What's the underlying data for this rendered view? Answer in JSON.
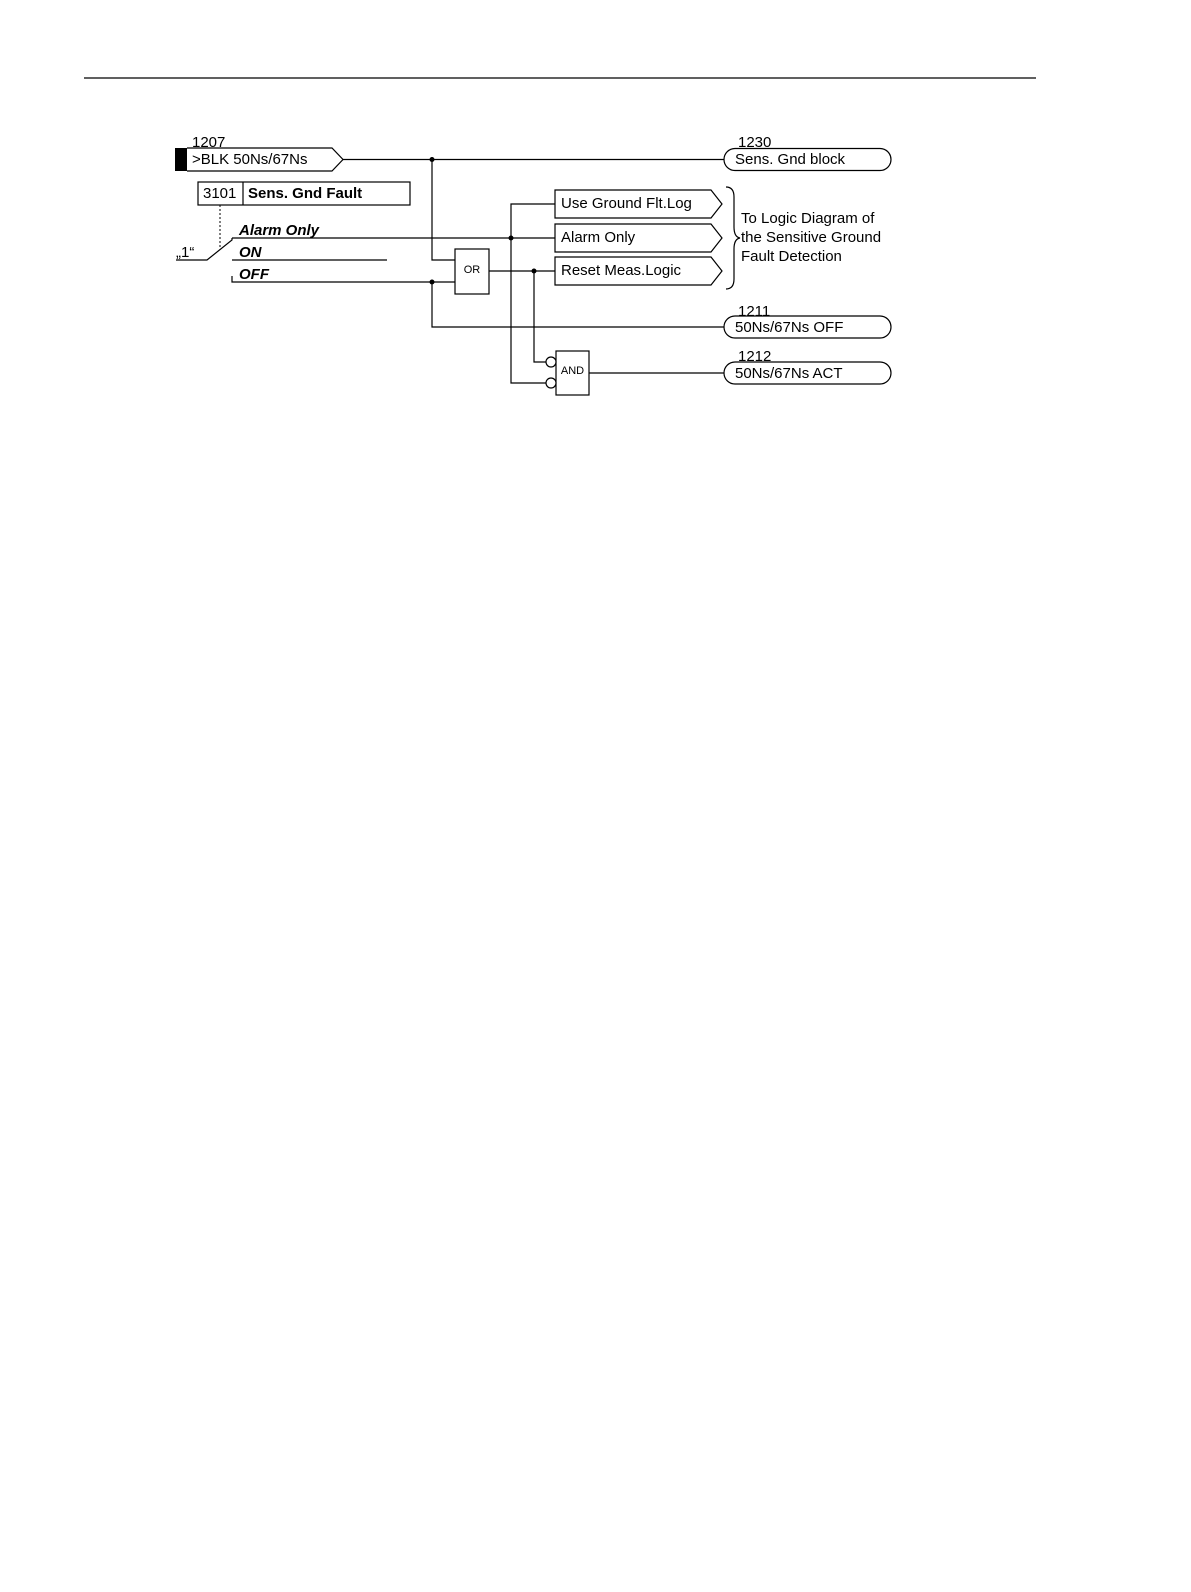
{
  "diagram": {
    "input": {
      "number": "1207",
      "label": ">BLK 50Ns/67Ns"
    },
    "parameter": {
      "address": "3101",
      "name": "Sens. Gnd Fault"
    },
    "switch": {
      "default_label": "„1“",
      "options": [
        "Alarm Only",
        "ON",
        "OFF"
      ]
    },
    "gates": {
      "or": "OR",
      "and": "AND"
    },
    "internal_signals": [
      "Use Ground Flt.Log",
      "Alarm Only",
      "Reset Meas.Logic"
    ],
    "note": [
      "To Logic Diagram of",
      "the Sensitive Ground",
      "Fault Detection"
    ],
    "outputs": [
      {
        "number": "1230",
        "label": "Sens. Gnd block"
      },
      {
        "number": "1211",
        "label": "50Ns/67Ns OFF"
      },
      {
        "number": "1212",
        "label": "50Ns/67Ns ACT"
      }
    ]
  }
}
